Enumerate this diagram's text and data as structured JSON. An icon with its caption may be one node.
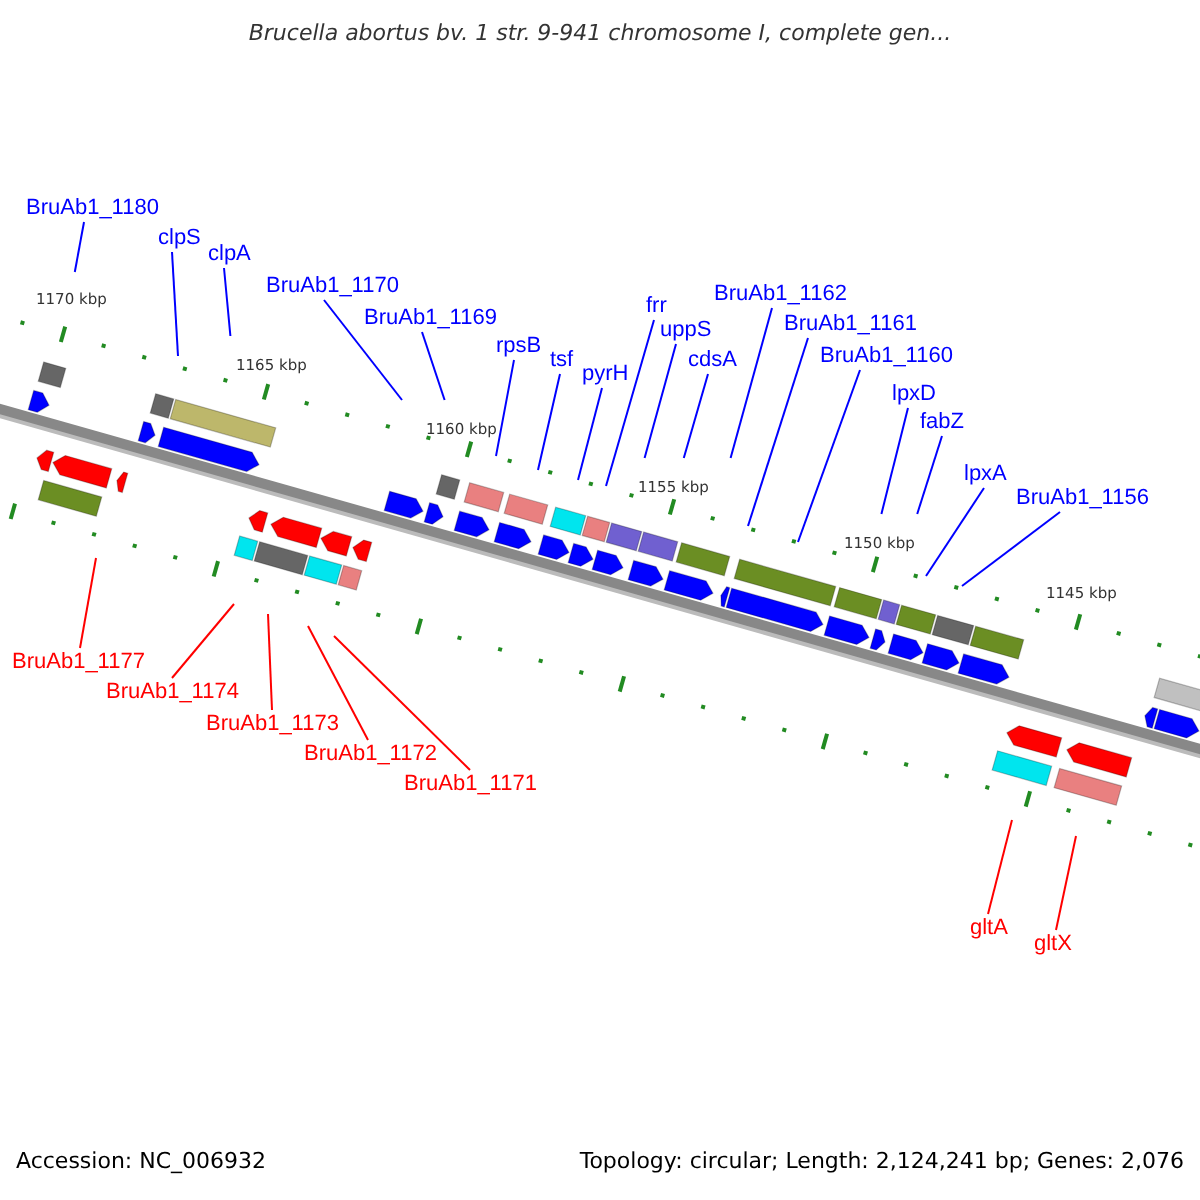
{
  "diagram": {
    "title": "Brucella abortus bv. 1 str. 9-941 chromosome I, complete gen...",
    "nodes": [
      {
        "text": [
          "BruAb1_1180"
        ]
      },
      {
        "text": [
          "clpS"
        ]
      },
      {
        "text": [
          "clpA"
        ]
      },
      {
        "text": [
          "BruAb1_1170"
        ]
      },
      {
        "text": [
          "BruAb1_1169"
        ]
      },
      {
        "text": [
          "rpsB"
        ]
      },
      {
        "text": [
          "tsf"
        ]
      },
      {
        "text": [
          "pyrH"
        ]
      },
      {
        "text": [
          "frr"
        ]
      },
      {
        "text": [
          "uppS"
        ]
      },
      {
        "text": [
          "cdsA"
        ]
      },
      {
        "text": [
          "BruAb1_1162"
        ]
      },
      {
        "text": [
          "BruAb1_1161"
        ]
      },
      {
        "text": [
          "BruAb1_1160"
        ]
      },
      {
        "text": [
          "lpxD"
        ]
      },
      {
        "text": [
          "fabZ"
        ]
      },
      {
        "text": [
          "lpxA"
        ]
      },
      {
        "text": [
          "BruAb1_1156"
        ]
      },
      {
        "text": [
          "BruAb1_1177"
        ]
      },
      {
        "text": [
          "BruAb1_1174"
        ]
      },
      {
        "text": [
          "BruAb1_1173"
        ]
      },
      {
        "text": [
          "BruAb1_1172"
        ]
      },
      {
        "text": [
          "BruAb1_1171"
        ]
      },
      {
        "text": [
          "gltA"
        ]
      },
      {
        "text": [
          "gltX"
        ]
      }
    ],
    "edges": [
      {
        "from": 0,
        "to": null,
        "arrow": "none"
      },
      {
        "from": 1,
        "to": null,
        "arrow": "none"
      },
      {
        "from": 2,
        "to": null,
        "arrow": "none"
      },
      {
        "from": 3,
        "to": null,
        "arrow": "none"
      },
      {
        "from": 4,
        "to": null,
        "arrow": "none"
      },
      {
        "from": 5,
        "to": null,
        "arrow": "none"
      },
      {
        "from": 6,
        "to": null,
        "arrow": "none"
      },
      {
        "from": 7,
        "to": null,
        "arrow": "none"
      },
      {
        "from": 8,
        "to": null,
        "arrow": "none"
      },
      {
        "from": 9,
        "to": null,
        "arrow": "none"
      },
      {
        "from": 10,
        "to": null,
        "arrow": "none"
      },
      {
        "from": 11,
        "to": null,
        "arrow": "none"
      },
      {
        "from": 12,
        "to": null,
        "arrow": "none"
      },
      {
        "from": 13,
        "to": null,
        "arrow": "none"
      },
      {
        "from": 14,
        "to": null,
        "arrow": "none"
      },
      {
        "from": 15,
        "to": null,
        "arrow": "none"
      },
      {
        "from": 16,
        "to": null,
        "arrow": "none"
      },
      {
        "from": 17,
        "to": null,
        "arrow": "none"
      },
      {
        "from": 18,
        "to": null,
        "arrow": "none",
        "color": "#ff0000"
      },
      {
        "from": 19,
        "to": null,
        "arrow": "none",
        "color": "#ff0000"
      },
      {
        "from": 20,
        "to": null,
        "arrow": "none",
        "color": "#ff0000"
      },
      {
        "from": 21,
        "to": null,
        "arrow": "none",
        "color": "#ff0000"
      },
      {
        "from": 22,
        "to": null,
        "arrow": "none",
        "color": "#ff0000"
      },
      {
        "from": 23,
        "to": null,
        "arrow": "none",
        "color": "#ff0000"
      },
      {
        "from": 24,
        "to": null,
        "arrow": "none",
        "color": "#ff0000"
      }
    ],
    "labels": [
      "1170 kbp",
      "1165 kbp",
      "1160 kbp",
      "1155 kbp",
      "1150 kbp",
      "1145 kbp",
      "Accession: NC_006932",
      "Topology: circular; Length: 2,124,241 bp; Genes: 2,076"
    ]
  }
}
